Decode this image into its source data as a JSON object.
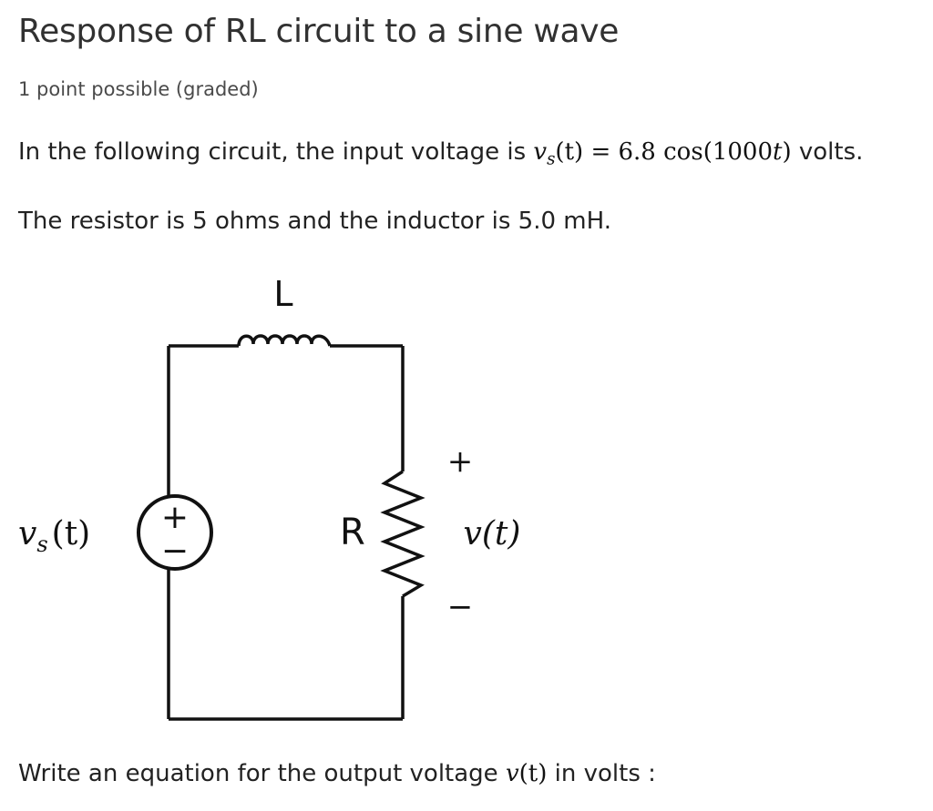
{
  "problem": {
    "title": "Response of RL circuit to a sine wave",
    "subtitle": "1 point possible (graded)"
  },
  "text": {
    "intro_prefix": "In the following circuit, the input voltage is",
    "intro_suffix": "volts.",
    "resistor_inductor": "The resistor is 5 ohms and the inductor is 5.0 mH.",
    "question_prefix": "Write an equation for the output voltage",
    "question_suffix": "in volts :"
  },
  "math": {
    "vs_symbol": "v",
    "vs_subscript": "s",
    "t_arg": "(t)",
    "equals": "=",
    "amplitude": "6.8",
    "cos": "cos",
    "cos_arg_open": "(1000",
    "cos_arg_t": "t",
    "cos_arg_close": ")",
    "v_symbol": "v",
    "v_arg": "(t)"
  },
  "circuit": {
    "inductor_label": "L",
    "resistor_label": "R",
    "source_label_v": "v",
    "source_label_sub": "s",
    "source_label_arg": "(t)",
    "source_plus": "+",
    "source_minus": "−",
    "output_plus": "+",
    "output_minus": "−",
    "output_label": "v(t)"
  }
}
